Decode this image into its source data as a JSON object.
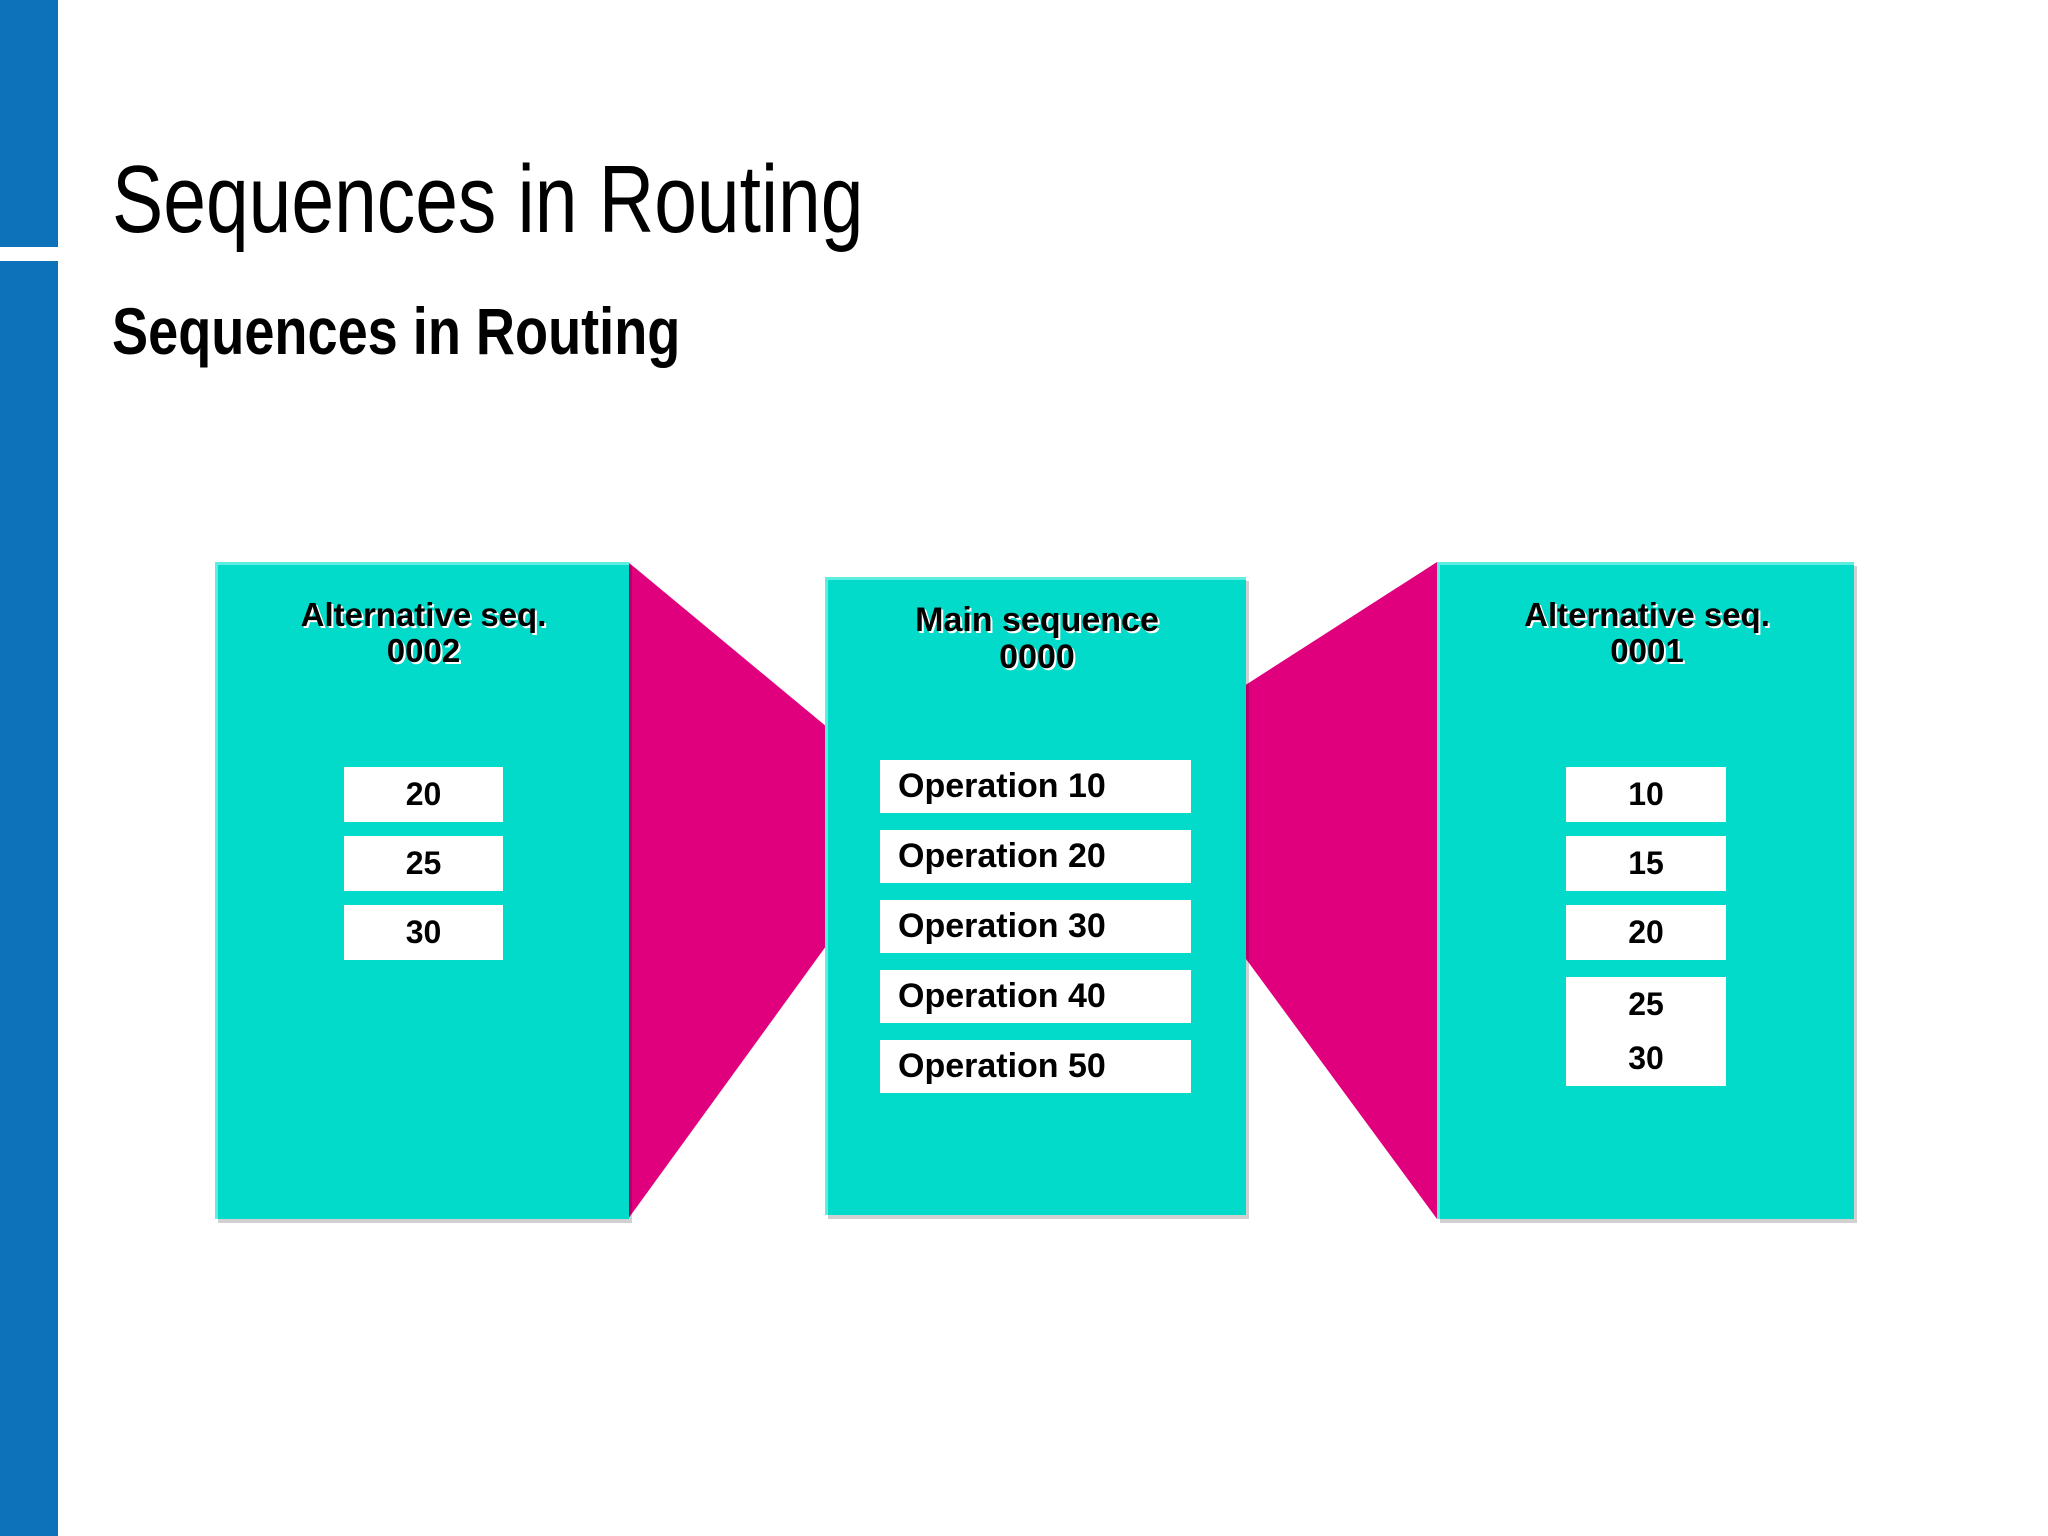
{
  "slide": {
    "title": "Sequences in Routing",
    "subtitle": "Sequences in Routing",
    "background_color": "#ffffff",
    "accent_bar_color": "#0d72b9"
  },
  "colors": {
    "teal_panel": "#02dbc9",
    "teal_panel_highlight": "#5deee1",
    "magenta_arrow": "#e0007e",
    "chip_background": "#ffffff",
    "text": "#000000"
  },
  "diagram": {
    "panels": [
      {
        "id": "alt2",
        "heading_line1": "Alternative seq.",
        "heading_line2": "0002",
        "heading": "Alternative seq.\n0002",
        "items": [
          "20",
          "25",
          "30"
        ],
        "item_align": "center"
      },
      {
        "id": "main",
        "heading_line1": "Main sequence",
        "heading_line2": "0000",
        "heading": "Main sequence\n0000",
        "items": [
          "Operation 10",
          "Operation 20",
          "Operation 30",
          "Operation 40",
          "Operation 50"
        ],
        "item_align": "left"
      },
      {
        "id": "alt1",
        "heading_line1": "Alternative seq.",
        "heading_line2": "0001",
        "heading": "Alternative seq.\n0001",
        "items": [
          "10",
          "15",
          "20",
          "25",
          "30"
        ],
        "item_align": "center"
      }
    ],
    "arrows": [
      {
        "id": "arrow-left-to-main",
        "direction": "right",
        "color": "#e0007e"
      },
      {
        "id": "arrow-right-to-main",
        "direction": "left",
        "color": "#e0007e"
      }
    ]
  }
}
